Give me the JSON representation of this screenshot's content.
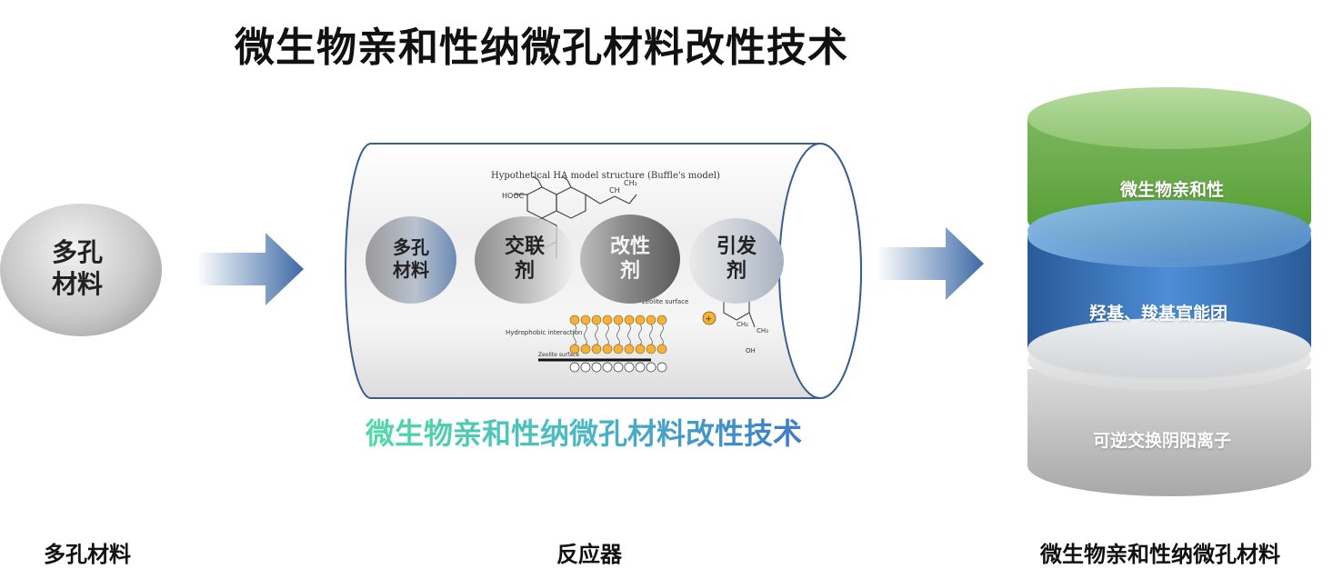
{
  "title": "微生物亲和性纳微孔材料改性技术",
  "left_circle": {
    "label": "多孔\n材料"
  },
  "reactor": {
    "figure_caption": "Hypothetical HA model structure (Buffle's model)",
    "hydrophobic_label": "Hydrophobic interaction",
    "zeolite_surface_label": "Zeolite surface",
    "zeolite_surface_label_2": "zeolite surface",
    "circles": [
      {
        "label": "多孔\n材料"
      },
      {
        "label": "交联\n剂"
      },
      {
        "label": "改性\n剂"
      },
      {
        "label": "引发\n剂"
      }
    ]
  },
  "subtitle": "微生物亲和性纳微孔材料改性技术",
  "stack": {
    "layers": [
      {
        "label": "微生物亲和性",
        "color": "#6aa84f"
      },
      {
        "label": "羟基、羧基官能团",
        "color": "#3d6fb0"
      },
      {
        "label": "可逆交换阴阳离子",
        "color": "#b9b9b9"
      }
    ]
  },
  "bottom_labels": {
    "left": "多孔材料",
    "middle": "反应器",
    "right": "微生物亲和性纳微孔材料"
  },
  "colors": {
    "arrow": "#3e6aa6"
  }
}
